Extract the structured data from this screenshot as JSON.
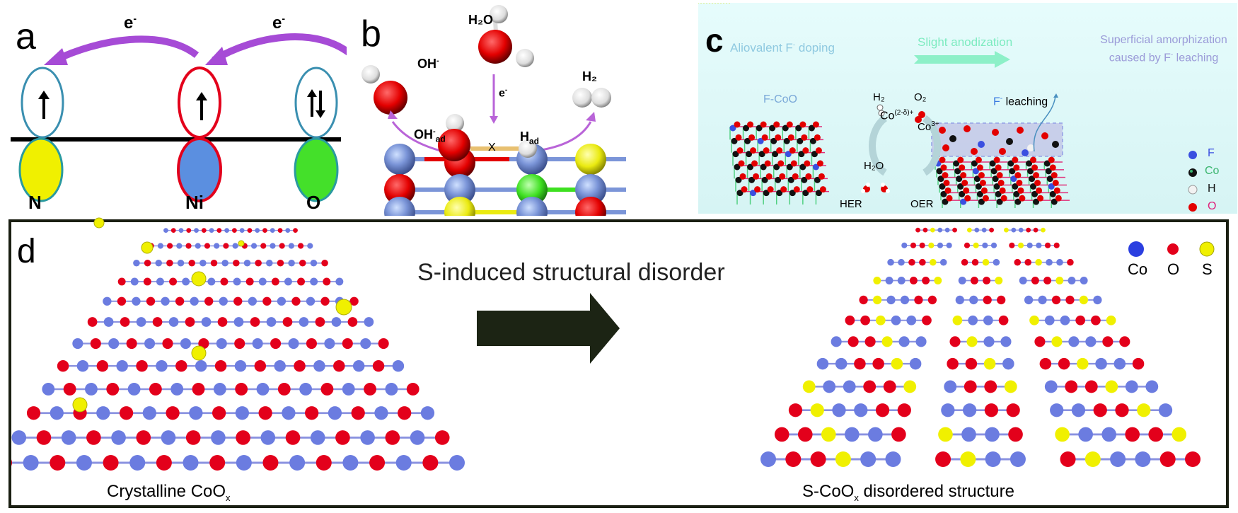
{
  "figure": {
    "panels": {
      "a": {
        "letter": "a",
        "electron_label": "e",
        "electron_superscript": "-",
        "atoms": [
          {
            "label": "N",
            "orbital_top": "single-up-spin",
            "fill_color": "#f0f000",
            "outline_color": "#3a8fb0"
          },
          {
            "label": "Ni",
            "orbital_top": "single-up-spin",
            "fill_color": "#5b8fe0",
            "outline_color": "#e3001b"
          },
          {
            "label": "O",
            "orbital_top": "paired-spins",
            "fill_color": "#44e02a",
            "outline_color": "#3a8fb0"
          }
        ],
        "arrow_color": "#a64bd6"
      },
      "b": {
        "letter": "b",
        "labels": {
          "h2o": "H₂O",
          "oh_minus": "OH",
          "oh_minus_sup": "-",
          "electron": "e",
          "electron_sup": "-",
          "oh_ad": "OH",
          "oh_ad_sup": "-",
          "oh_ad_sub": "ad",
          "h_ad": "H",
          "h_ad_sub": "ad",
          "h2": "H₂",
          "bond_break": "X"
        }
      },
      "c": {
        "letter": "c",
        "steps": [
          {
            "label": "Aliovalent F",
            "sup": "-",
            "suffix": " doping",
            "color": "#8fc9e0"
          },
          {
            "label": "Slight anodization",
            "color": "#7debc0"
          },
          {
            "label_line1": "Superficial amorphization",
            "label_line2_prefix": "caused by F",
            "label_line2_sup": "-",
            "label_line2_suffix": " leaching",
            "color": "#9a9ad8"
          }
        ],
        "left_crystal_label": "F-CoO",
        "co_left_label": "Co",
        "co_left_sup": "(2-δ)+",
        "h2_label": "H₂",
        "o2_label": "O₂",
        "h2o_label": "H₂O",
        "her_label": "HER",
        "oer_label": "OER",
        "co_right_label": "Co",
        "co_right_sup": "3+",
        "leaching_prefix": "F",
        "leaching_sup": "-",
        "leaching_suffix": " leaching",
        "legend": [
          {
            "symbol": "F",
            "color": "#3a4fe0",
            "text_color": "#3a4fe0"
          },
          {
            "symbol": "Co",
            "color": "#111111",
            "text_color": "#3bb56e"
          },
          {
            "symbol": "H",
            "color": "#f2f2f2",
            "text_color": "#111111"
          },
          {
            "symbol": "O",
            "color": "#e3001b",
            "text_color": "#e0207a"
          }
        ]
      },
      "d": {
        "letter": "d",
        "title": "S-induced structural disorder",
        "left_caption": "Crystalline CoO",
        "left_caption_sub": "x",
        "right_caption_prefix": "S-CoO",
        "right_caption_sub": "x",
        "right_caption_suffix": " disordered structure",
        "legend": [
          {
            "symbol": "Co",
            "color": "#2b3fe0"
          },
          {
            "symbol": "O",
            "color": "#e3001b"
          },
          {
            "symbol": "S",
            "color": "#f0f000"
          }
        ]
      }
    }
  }
}
